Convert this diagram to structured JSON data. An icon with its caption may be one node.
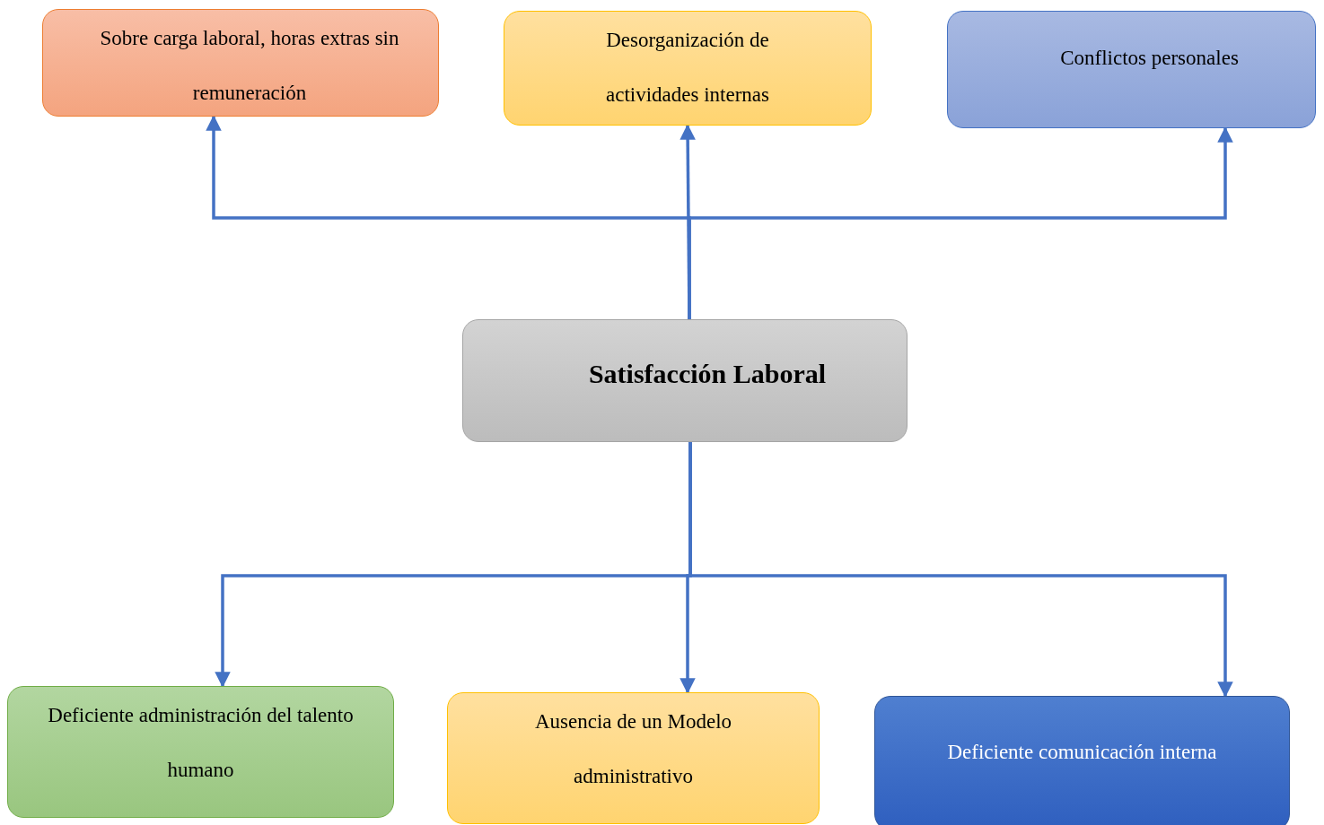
{
  "diagram": {
    "nodes": [
      {
        "text": [
          "Sobre carga laboral, horas extras sin remuneración"
        ]
      },
      {
        "text": [
          "Desorganización de actividades internas"
        ]
      },
      {
        "text": [
          "Conflictos personales"
        ]
      },
      {
        "text": [
          "Satisfacción Laboral"
        ]
      },
      {
        "text": [
          "Deficiente administración del talento humano"
        ]
      },
      {
        "text": [
          "Ausencia de un Modelo administrativo"
        ]
      },
      {
        "text": [
          "Deficiente comunicación interna"
        ]
      }
    ],
    "edges": [
      {
        "from": 3,
        "to": 0,
        "arrow": "to"
      },
      {
        "from": 3,
        "to": 1,
        "arrow": "to"
      },
      {
        "from": 3,
        "to": 2,
        "arrow": "to"
      },
      {
        "from": 3,
        "to": 4,
        "arrow": "to"
      },
      {
        "from": 3,
        "to": 5,
        "arrow": "to"
      },
      {
        "from": 3,
        "to": 6,
        "arrow": "to"
      }
    ]
  }
}
